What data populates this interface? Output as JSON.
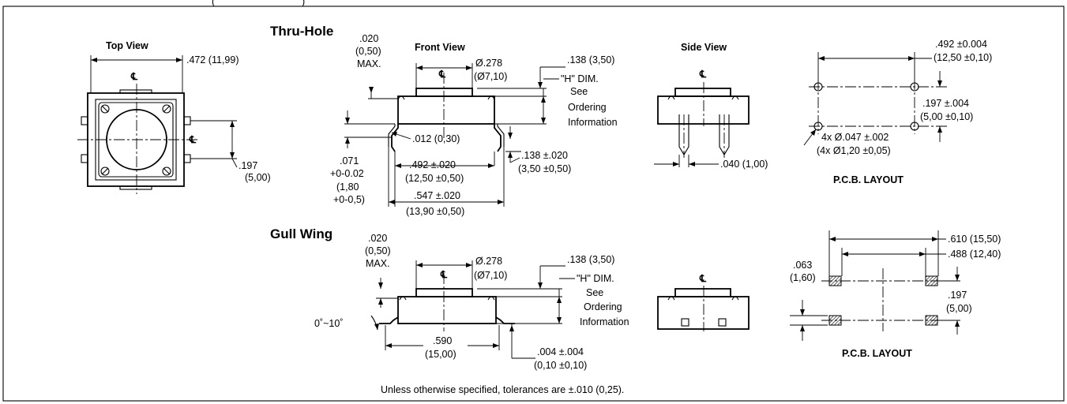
{
  "header": {
    "partial_text": "(",
    "partial_text_2": ")"
  },
  "sections": {
    "thru_hole": "Thru-Hole",
    "gull_wing": "Gull Wing"
  },
  "views": {
    "top": "Top View",
    "front": "Front View",
    "side": "Side View",
    "pcb_thru": "P.C.B. LAYOUT",
    "pcb_gull": "P.C.B. LAYOUT"
  },
  "centerline_symbol": "℄",
  "dims_top": {
    "width": ".472 (11,99)",
    "pitch_in": ".197",
    "pitch_mm": "(5,00)"
  },
  "dims_thru_front": {
    "max_in": ".020",
    "max_mm": "(0,50)",
    "max_label": "MAX.",
    "dia_in": "Ø.278",
    "dia_mm": "(Ø7,10)",
    "h138": ".138 (3,50)",
    "hdim_1": "\"H\" DIM.",
    "hdim_2": "See",
    "hdim_3": "Ordering",
    "hdim_4": "Information",
    "lead": ".012 (0,30)",
    "h071_1": ".071",
    "h071_2": "+0-0.02",
    "h071_3": "(1,80",
    "h071_4": "+0-0,5)",
    "w492_in": ".492 ±.020",
    "w492_mm": "(12,50 ±0,50)",
    "w547_in": ".547 ±.020",
    "w547_mm": "(13,90 ±0,50)",
    "l138_in": ".138 ±.020",
    "l138_mm": "(3,50 ±0,50)"
  },
  "dims_thru_side": {
    "pin": ".040 (1,00)"
  },
  "dims_thru_pcb": {
    "w_in": ".492 ±0.004",
    "w_mm": "(12,50 ±0,10)",
    "h_in": ".197 ±.004",
    "h_mm": "(5,00 ±0,10)",
    "hole_in": "4x Ø.047 ±.002",
    "hole_mm": "(4x Ø1,20 ±0,05)"
  },
  "dims_gull_front": {
    "max_in": ".020",
    "max_mm": "(0,50)",
    "max_label": "MAX.",
    "dia_in": "Ø.278",
    "dia_mm": "(Ø7,10)",
    "h138": ".138 (3,50)",
    "hdim_1": "\"H\" DIM.",
    "hdim_2": "See",
    "hdim_3": "Ordering",
    "hdim_4": "Information",
    "angle": "0˚~10˚",
    "w590_in": ".590",
    "w590_mm": "(15,00)",
    "t004_in": ".004 ±.004",
    "t004_mm": "(0,10 ±0,10)"
  },
  "dims_gull_pcb": {
    "w610": ".610 (15,50)",
    "w488": ".488 (12,40)",
    "pad_in": ".063",
    "pad_mm": "(1,60)",
    "pitch_in": ".197",
    "pitch_mm": "(5,00)"
  },
  "footer_note": "Unless otherwise specified, tolerances are  ±.010 (0,25)."
}
